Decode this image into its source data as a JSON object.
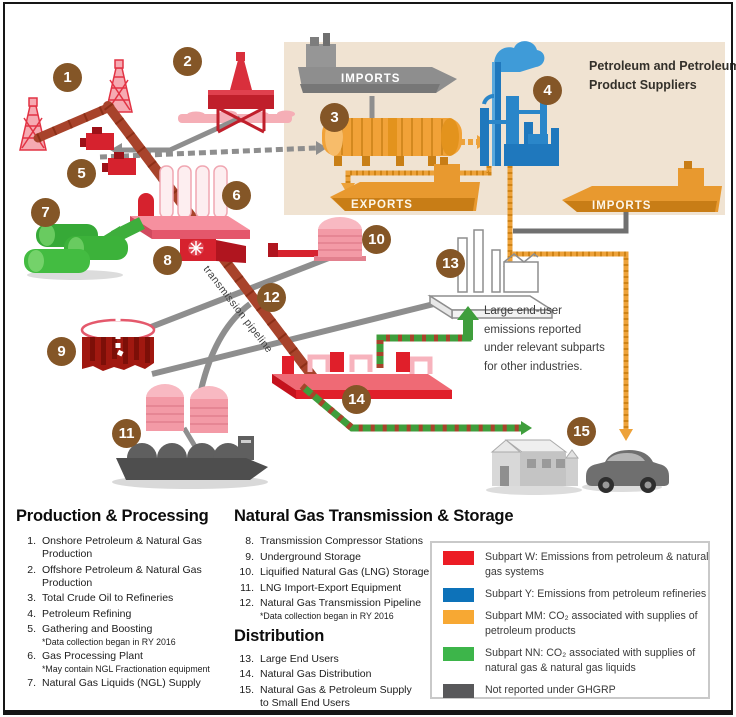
{
  "suppliers_box": {
    "title_line1": "Petroleum and Petroleum",
    "title_line2": "Product Suppliers"
  },
  "ships": {
    "imports_top": "IMPORTS",
    "exports": "EXPORTS",
    "imports_right": "IMPORTS"
  },
  "pipeline_label": "transmission pipeline",
  "end_user_note": {
    "line1": "Large end-user",
    "line2": "emissions reported",
    "line3": "under relevant subparts",
    "line4": "for other industries."
  },
  "markers": [
    "1",
    "2",
    "3",
    "4",
    "5",
    "6",
    "7",
    "8",
    "9",
    "10",
    "11",
    "12",
    "13",
    "14",
    "15"
  ],
  "sections": {
    "production": {
      "title": "Production & Processing",
      "items": [
        {
          "num": "1.",
          "text": "Onshore Petroleum & Natural Gas Production"
        },
        {
          "num": "2.",
          "text": "Offshore Petroleum & Natural Gas Production"
        },
        {
          "num": "3.",
          "text": "Total Crude Oil to Refineries"
        },
        {
          "num": "4.",
          "text": "Petroleum Refining"
        },
        {
          "num": "5.",
          "text": "Gathering and Boosting",
          "note": "*Data collection began in RY 2016"
        },
        {
          "num": "6.",
          "text": "Gas Processing Plant",
          "note": "*May contain NGL Fractionation equipment"
        },
        {
          "num": "7.",
          "text": "Natural Gas Liquids (NGL) Supply"
        }
      ]
    },
    "transmission": {
      "title": "Natural Gas Transmission & Storage",
      "items": [
        {
          "num": "8.",
          "text": "Transmission Compressor Stations"
        },
        {
          "num": "9.",
          "text": "Underground Storage"
        },
        {
          "num": "10.",
          "text": "Liquified Natural Gas (LNG) Storage"
        },
        {
          "num": "11.",
          "text": "LNG Import-Export Equipment"
        },
        {
          "num": "12.",
          "text": "Natural Gas Transmission Pipeline",
          "note": "*Data collection began in RY 2016"
        }
      ]
    },
    "distribution": {
      "title": "Distribution",
      "items": [
        {
          "num": "13.",
          "text": "Large End Users"
        },
        {
          "num": "14.",
          "text": "Natural Gas Distribution"
        },
        {
          "num": "15.",
          "text": "Natural Gas & Petroleum Supply to Small End Users"
        }
      ]
    }
  },
  "legend": {
    "items": [
      {
        "color": "#ec1c24",
        "text": "Subpart W: Emissions from petroleum & natural gas systems"
      },
      {
        "color": "#0d72b9",
        "text": "Subpart Y: Emissions from petroleum refineries"
      },
      {
        "color": "#f7a833",
        "text": "Subpart MM: CO₂ associated with supplies of petroleum products"
      },
      {
        "color": "#3db54a",
        "text": "Subpart NN: CO₂ associated with supplies of natural gas & natural gas liquids"
      },
      {
        "color": "#58585a",
        "text": "Not reported under GHGRP"
      }
    ]
  }
}
